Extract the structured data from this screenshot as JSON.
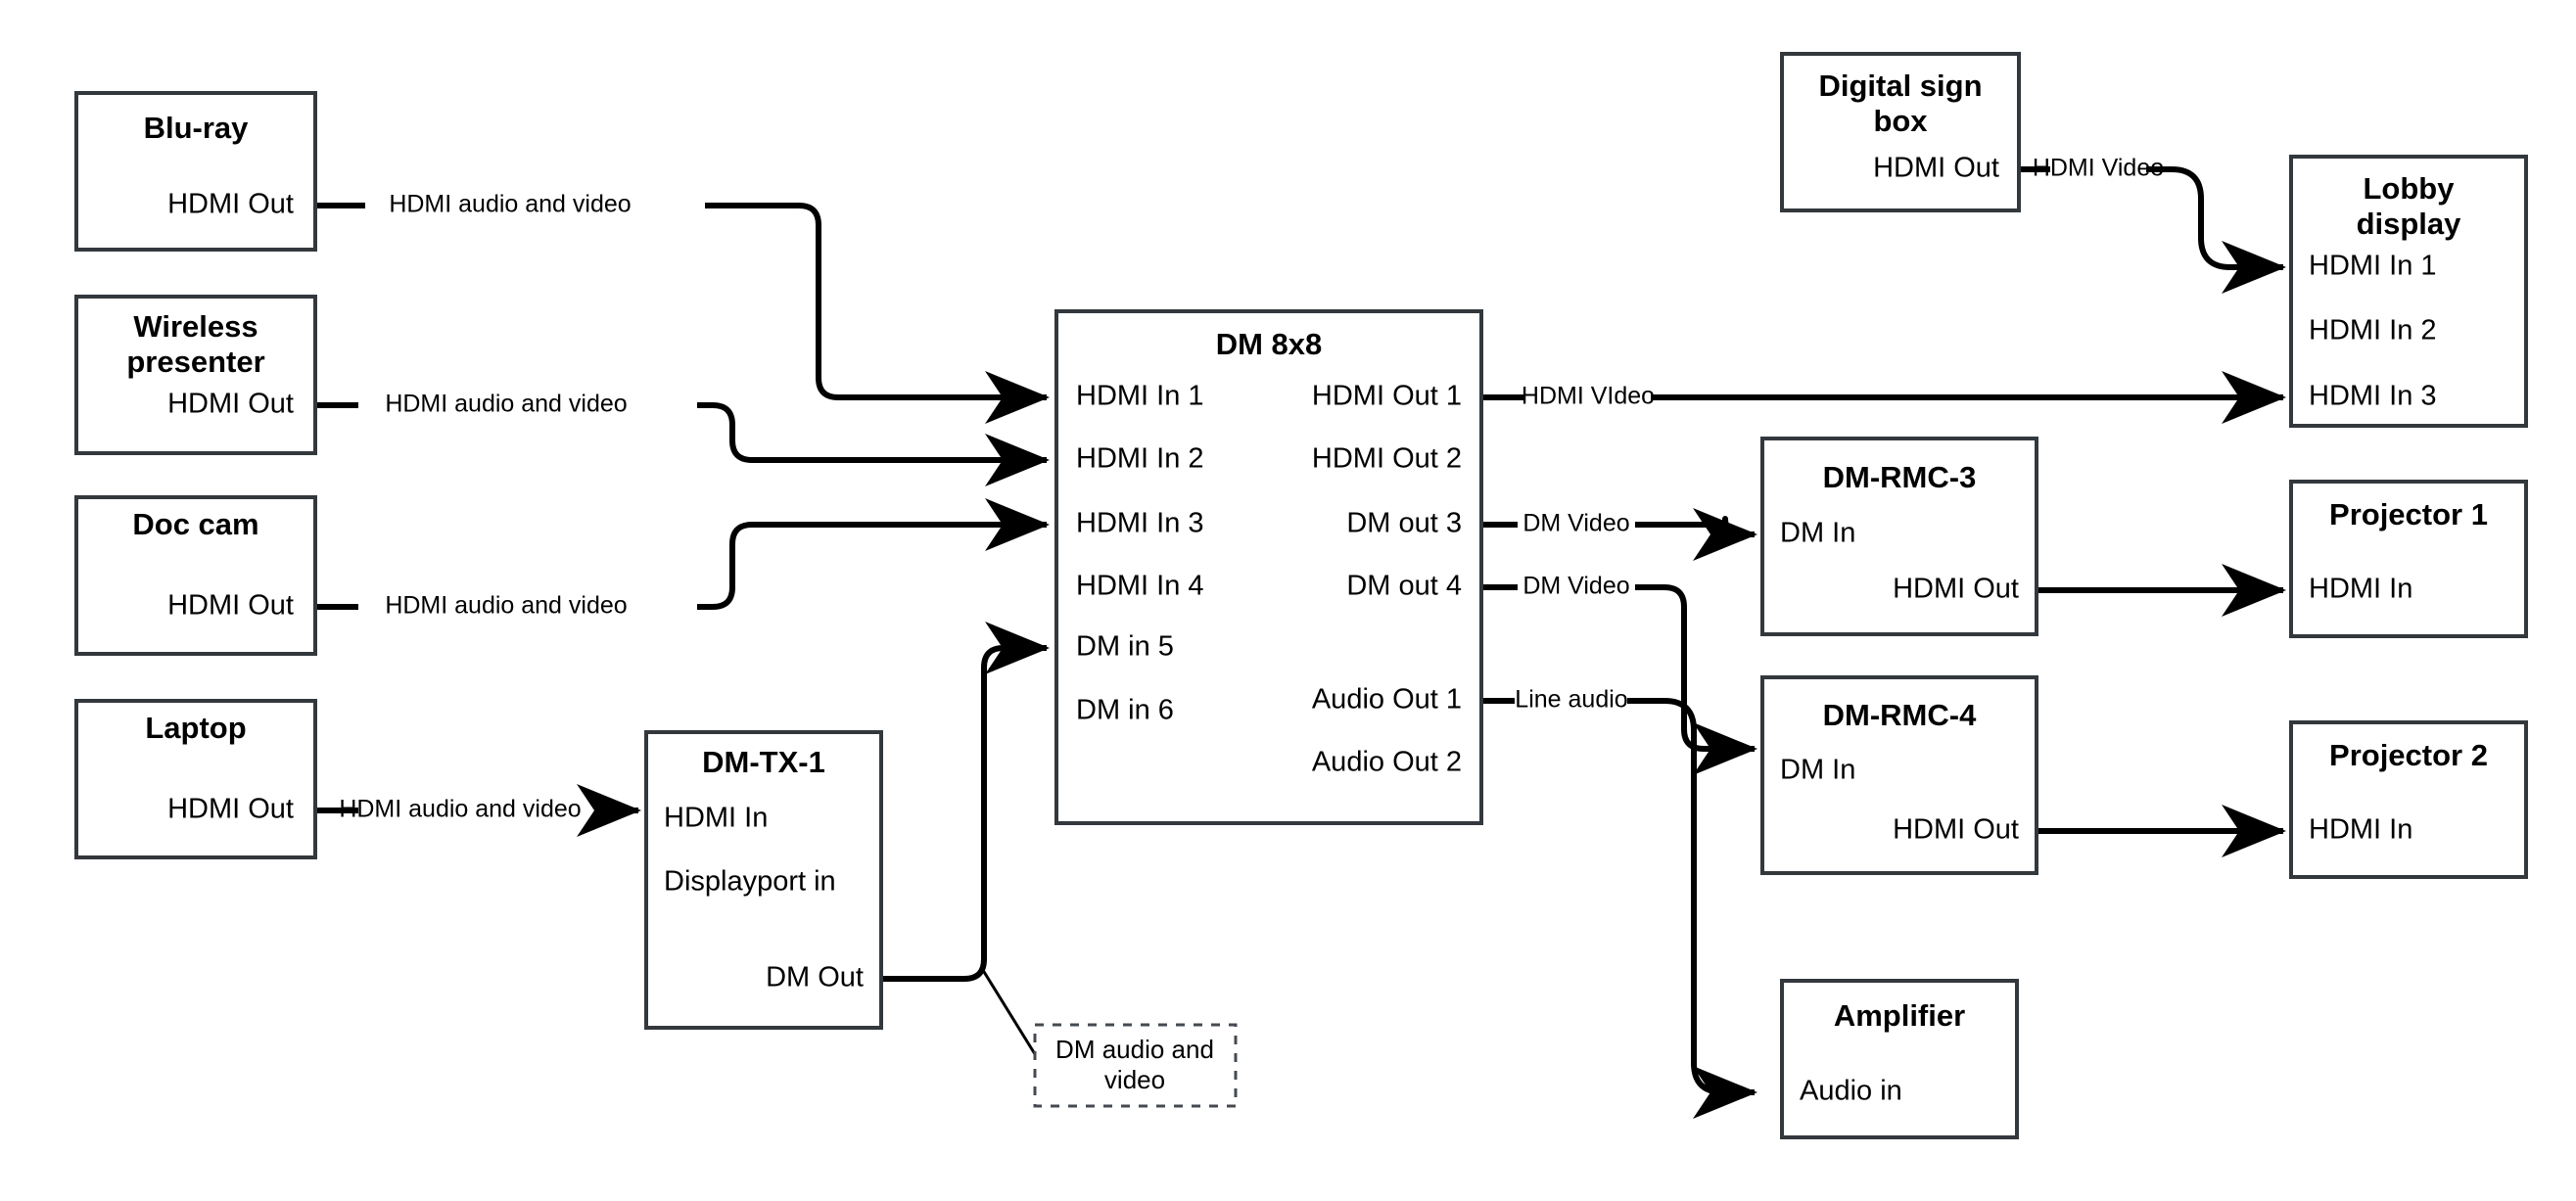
{
  "diagram": {
    "title": "AV signal flow diagram",
    "nodes": [
      {
        "id": "bluray",
        "title": "Blu-ray",
        "ports_right": [
          "HDMI Out"
        ],
        "ports_left": []
      },
      {
        "id": "wireless",
        "title": "Wireless presenter",
        "ports_right": [
          "HDMI Out"
        ],
        "ports_left": []
      },
      {
        "id": "doccam",
        "title": "Doc cam",
        "ports_right": [
          "HDMI Out"
        ],
        "ports_left": []
      },
      {
        "id": "laptop",
        "title": "Laptop",
        "ports_right": [
          "HDMI Out"
        ],
        "ports_left": []
      },
      {
        "id": "dmtx1",
        "title": "DM-TX-1",
        "ports_left": [
          "HDMI In",
          "Displayport in"
        ],
        "ports_right": [
          "DM Out"
        ]
      },
      {
        "id": "dm8x8",
        "title": "DM 8x8",
        "ports_left": [
          "HDMI In 1",
          "HDMI In 2",
          "HDMI In 3",
          "HDMI In 4",
          "DM in 5",
          "DM in 6"
        ],
        "ports_right": [
          "HDMI Out 1",
          "HDMI Out 2",
          "DM out 3",
          "DM out 4",
          "Audio Out 1",
          "Audio Out 2"
        ]
      },
      {
        "id": "signbox",
        "title": "Digital sign box",
        "ports_right": [
          "HDMI Out"
        ],
        "ports_left": []
      },
      {
        "id": "lobby",
        "title": "Lobby display",
        "ports_left": [
          "HDMI In 1",
          "HDMI In 2",
          "HDMI In 3"
        ],
        "ports_right": []
      },
      {
        "id": "rmc3",
        "title": "DM-RMC-3",
        "ports_left": [
          "DM In"
        ],
        "ports_right": [
          "HDMI Out"
        ]
      },
      {
        "id": "rmc4",
        "title": "DM-RMC-4",
        "ports_left": [
          "DM In"
        ],
        "ports_right": [
          "HDMI Out"
        ]
      },
      {
        "id": "proj1",
        "title": "Projector 1",
        "ports_left": [
          "HDMI In"
        ],
        "ports_right": []
      },
      {
        "id": "proj2",
        "title": "Projector 2",
        "ports_left": [
          "HDMI In"
        ],
        "ports_right": []
      },
      {
        "id": "amp",
        "title": "Amplifier",
        "ports_left": [
          "Audio in"
        ],
        "ports_right": []
      }
    ],
    "node_titles": {
      "bluray": "Blu-ray",
      "wireless_line1": "Wireless",
      "wireless_line2": "presenter",
      "doccam": "Doc cam",
      "laptop": "Laptop",
      "dmtx1": "DM-TX-1",
      "dm8x8": "DM 8x8",
      "signbox_line1": "Digital sign",
      "signbox_line2": "box",
      "lobby_line1": "Lobby",
      "lobby_line2": "display",
      "rmc3": "DM-RMC-3",
      "rmc4": "DM-RMC-4",
      "proj1": "Projector 1",
      "proj2": "Projector 2",
      "amp": "Amplifier"
    },
    "ports": {
      "bluray_out": "HDMI Out",
      "wireless_out": "HDMI Out",
      "doccam_out": "HDMI Out",
      "laptop_out": "HDMI Out",
      "dmtx1_in_hdmi": "HDMI In",
      "dmtx1_in_dp": "Displayport in",
      "dmtx1_out_dm": "DM Out",
      "dm8x8_in_1": "HDMI In 1",
      "dm8x8_in_2": "HDMI In 2",
      "dm8x8_in_3": "HDMI In 3",
      "dm8x8_in_4": "HDMI In 4",
      "dm8x8_in_5": "DM in 5",
      "dm8x8_in_6": "DM in 6",
      "dm8x8_out_1": "HDMI Out 1",
      "dm8x8_out_2": "HDMI Out 2",
      "dm8x8_out_3": "DM out 3",
      "dm8x8_out_4": "DM out 4",
      "dm8x8_audio_1": "Audio Out 1",
      "dm8x8_audio_2": "Audio Out 2",
      "signbox_out": "HDMI Out",
      "lobby_in_1": "HDMI In 1",
      "lobby_in_2": "HDMI In 2",
      "lobby_in_3": "HDMI In 3",
      "rmc3_in": "DM In",
      "rmc3_out": "HDMI Out",
      "rmc4_in": "DM In",
      "rmc4_out": "HDMI Out",
      "proj1_in": "HDMI In",
      "proj2_in": "HDMI In",
      "amp_in": "Audio in"
    },
    "edge_labels": {
      "bluray_to_dm": "HDMI audio and video",
      "wireless_to_dm": "HDMI audio and video",
      "doccam_to_dm": "HDMI audio and video",
      "laptop_to_dmtx": "HDMI audio and video",
      "dm_out1_to_lobby": "HDMI VIdeo",
      "signbox_to_lobby": "HDMI Video",
      "dm_out3_to_rmc3": "DM Video",
      "dm_out4_to_rmc4": "DM Video",
      "dm_audio1_to_amp": "Line audio"
    },
    "notes": {
      "dm_audio_video_line1": "DM audio and",
      "dm_audio_video_line2": "video"
    },
    "colors": {
      "background": "#ffffff",
      "box_stroke": "#33383d",
      "wire": "#000000",
      "text": "#000000",
      "dashed_stroke": "#444a50"
    }
  }
}
